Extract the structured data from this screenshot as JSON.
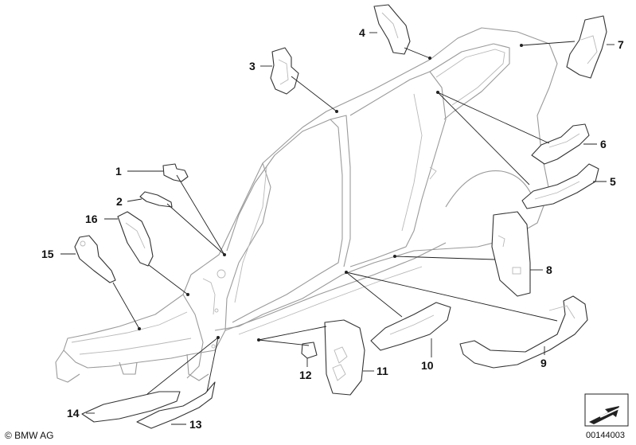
{
  "callouts": {
    "c1": "1",
    "c2": "2",
    "c3": "3",
    "c4": "4",
    "c5": "5",
    "c6": "6",
    "c7": "7",
    "c8": "8",
    "c9": "9",
    "c10": "10",
    "c11": "11",
    "c12": "12",
    "c13": "13",
    "c14": "14",
    "c15": "15",
    "c16": "16"
  },
  "footer": {
    "copyright": "© BMW AG",
    "drawing_number": "00144003"
  }
}
